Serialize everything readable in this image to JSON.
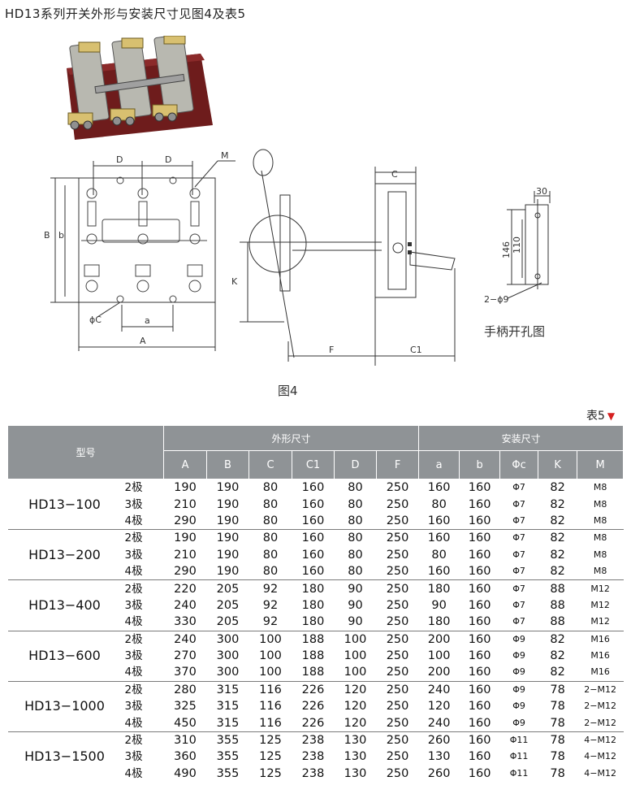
{
  "page": {
    "title": "HD13系列开关外形与安装尺寸见图4及表5",
    "figure_caption": "图4",
    "handle_hole_caption": "手柄开孔图",
    "table_caption": "表5"
  },
  "drawing_labels": {
    "front": {
      "D1": "D",
      "D2": "D",
      "M": "M",
      "B": "B",
      "b": "b",
      "phiC": "ϕC",
      "a": "a",
      "A": "A"
    },
    "side": {
      "K": "K",
      "F": "F",
      "C": "C",
      "C1": "C1"
    },
    "hole": {
      "w": "30",
      "h1": "146",
      "h2": "110",
      "holes": "2−ϕ9"
    }
  },
  "table": {
    "header": {
      "model": "型号",
      "outer_group": "外形尺寸",
      "install_group": "安装尺寸",
      "columns": [
        "A",
        "B",
        "C",
        "C1",
        "D",
        "F",
        "a",
        "b",
        "Φc",
        "K",
        "M"
      ]
    },
    "groups": [
      {
        "model": "HD13−100",
        "rows": [
          {
            "pole": "2极",
            "v": [
              "190",
              "190",
              "80",
              "160",
              "80",
              "250",
              "160",
              "160",
              "Φ7",
              "82",
              "M8"
            ]
          },
          {
            "pole": "3极",
            "v": [
              "210",
              "190",
              "80",
              "160",
              "80",
              "250",
              "80",
              "160",
              "Φ7",
              "82",
              "M8"
            ]
          },
          {
            "pole": "4极",
            "v": [
              "290",
              "190",
              "80",
              "160",
              "80",
              "250",
              "160",
              "160",
              "Φ7",
              "82",
              "M8"
            ]
          }
        ]
      },
      {
        "model": "HD13−200",
        "rows": [
          {
            "pole": "2极",
            "v": [
              "190",
              "190",
              "80",
              "160",
              "80",
              "250",
              "160",
              "160",
              "Φ7",
              "82",
              "M8"
            ]
          },
          {
            "pole": "3极",
            "v": [
              "210",
              "190",
              "80",
              "160",
              "80",
              "250",
              "80",
              "160",
              "Φ7",
              "82",
              "M8"
            ]
          },
          {
            "pole": "4极",
            "v": [
              "290",
              "190",
              "80",
              "160",
              "80",
              "250",
              "160",
              "160",
              "Φ7",
              "82",
              "M8"
            ]
          }
        ]
      },
      {
        "model": "HD13−400",
        "rows": [
          {
            "pole": "2极",
            "v": [
              "220",
              "205",
              "92",
              "180",
              "90",
              "250",
              "180",
              "160",
              "Φ7",
              "88",
              "M12"
            ]
          },
          {
            "pole": "3极",
            "v": [
              "240",
              "205",
              "92",
              "180",
              "90",
              "250",
              "90",
              "160",
              "Φ7",
              "88",
              "M12"
            ]
          },
          {
            "pole": "4极",
            "v": [
              "330",
              "205",
              "92",
              "180",
              "90",
              "250",
              "180",
              "160",
              "Φ7",
              "88",
              "M12"
            ]
          }
        ]
      },
      {
        "model": "HD13−600",
        "rows": [
          {
            "pole": "2极",
            "v": [
              "240",
              "300",
              "100",
              "188",
              "100",
              "250",
              "200",
              "160",
              "Φ9",
              "82",
              "M16"
            ]
          },
          {
            "pole": "3极",
            "v": [
              "270",
              "300",
              "100",
              "188",
              "100",
              "250",
              "100",
              "160",
              "Φ9",
              "82",
              "M16"
            ]
          },
          {
            "pole": "4极",
            "v": [
              "370",
              "300",
              "100",
              "188",
              "100",
              "250",
              "200",
              "160",
              "Φ9",
              "82",
              "M16"
            ]
          }
        ]
      },
      {
        "model": "HD13−1000",
        "rows": [
          {
            "pole": "2极",
            "v": [
              "280",
              "315",
              "116",
              "226",
              "120",
              "250",
              "240",
              "160",
              "Φ9",
              "78",
              "2−M12"
            ]
          },
          {
            "pole": "3极",
            "v": [
              "325",
              "315",
              "116",
              "226",
              "120",
              "250",
              "120",
              "160",
              "Φ9",
              "78",
              "2−M12"
            ]
          },
          {
            "pole": "4极",
            "v": [
              "450",
              "315",
              "116",
              "226",
              "120",
              "250",
              "240",
              "160",
              "Φ9",
              "78",
              "2−M12"
            ]
          }
        ]
      },
      {
        "model": "HD13−1500",
        "rows": [
          {
            "pole": "2极",
            "v": [
              "310",
              "355",
              "125",
              "238",
              "130",
              "250",
              "260",
              "160",
              "Φ11",
              "78",
              "4−M12"
            ]
          },
          {
            "pole": "3极",
            "v": [
              "360",
              "355",
              "125",
              "238",
              "130",
              "250",
              "130",
              "160",
              "Φ11",
              "78",
              "4−M12"
            ]
          },
          {
            "pole": "4极",
            "v": [
              "490",
              "355",
              "125",
              "238",
              "130",
              "250",
              "260",
              "160",
              "Φ11",
              "78",
              "4−M12"
            ]
          }
        ]
      }
    ]
  },
  "colors": {
    "header_bg": "#8f9396",
    "header_text": "#ffffff",
    "marker_red": "#d62020",
    "board": "#7a1f1f"
  }
}
